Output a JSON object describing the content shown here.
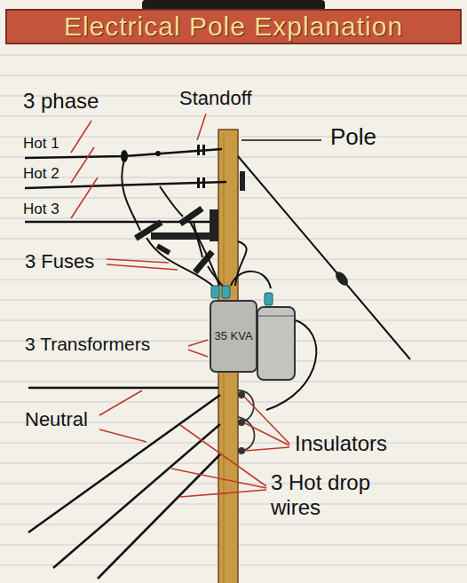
{
  "diagram": {
    "title": "Electrical Pole Explanation",
    "nodes": [
      {
        "text": [
          "35 KVA"
        ]
      }
    ],
    "labels": [
      "3 phase",
      "Hot 1",
      "Hot 2",
      "Hot 3",
      "Standoff",
      "Pole",
      "3 Fuses",
      "3 Transformers",
      "Neutral",
      "Insulators",
      "3 Hot drop wires"
    ]
  }
}
